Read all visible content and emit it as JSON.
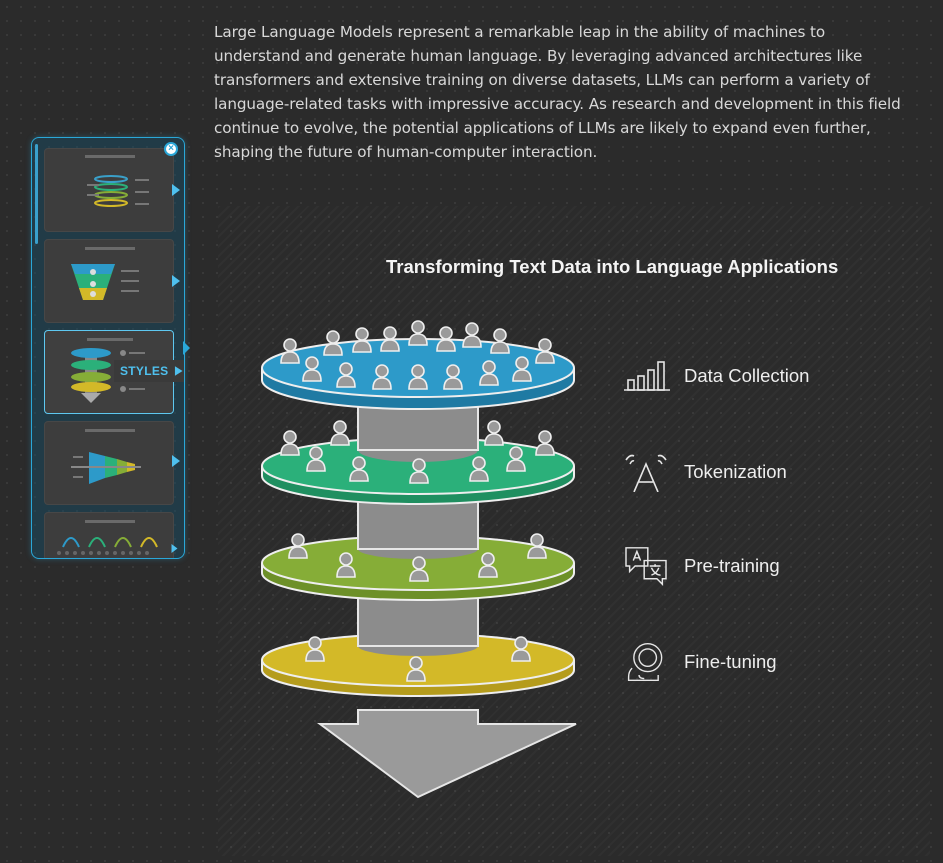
{
  "intro_text": "Large Language Models represent a remarkable leap in the ability of machines to understand and generate human language. By leveraging advanced architectures like transformers and extensive training on diverse datasets, LLMs can perform a variety of language-related tasks with impressive accuracy. As research and development in this field continue to evolve, the potential applications of LLMs are likely to expand even further, shaping the future of human-computer interaction.",
  "panel": {
    "styles_label": "STYLES",
    "close_glyph": "×"
  },
  "diagram": {
    "title": "Transforming Text Data into Language Applications",
    "stages": [
      {
        "label": "Data Collection",
        "icon": "bar-chart-icon",
        "color": "#2d9ac9"
      },
      {
        "label": "Tokenization",
        "icon": "letter-a-icon",
        "color": "#2bb07a"
      },
      {
        "label": "Pre-training",
        "icon": "translate-icon",
        "color": "#86ad37"
      },
      {
        "label": "Fine-tuning",
        "icon": "head-profile-icon",
        "color": "#d3b928"
      }
    ]
  },
  "colors": {
    "accent": "#2aa7d8",
    "background": "#2b2b2b",
    "cylinder": "#8a8a8a"
  }
}
